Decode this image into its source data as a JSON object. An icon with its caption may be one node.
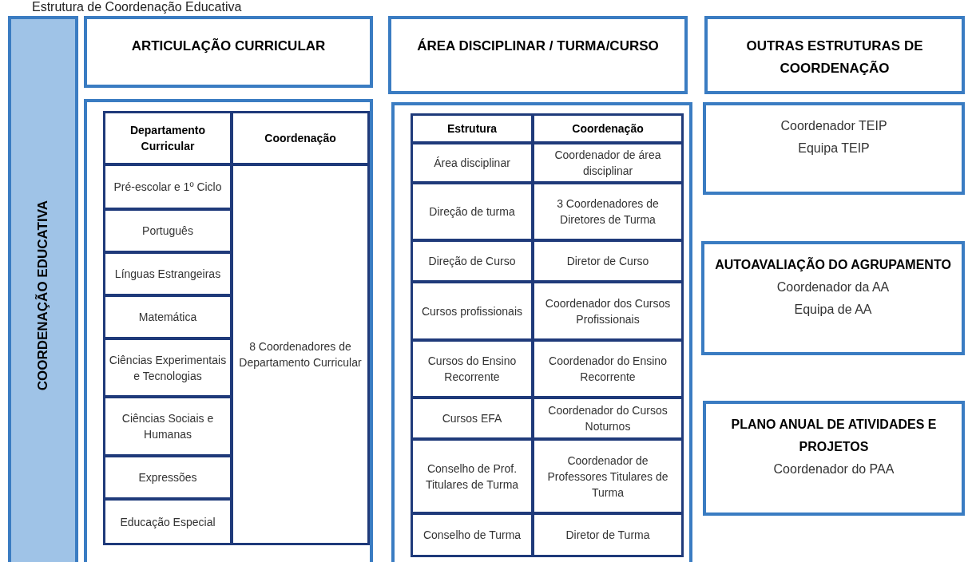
{
  "diagram": {
    "title": "Estrutura de Coordenação Educativa",
    "nodes": [
      {
        "text": [
          "COORDENAÇÃO EDUCATIVA"
        ]
      },
      {
        "text": [
          "ARTICULAÇÃO CURRICULAR"
        ]
      },
      {
        "text": [
          "ÁREA DISCIPLINAR / TURMA/CURSO"
        ]
      },
      {
        "text": [
          "OUTRAS ESTRUTURAS DE COORDENAÇÃO"
        ]
      },
      {
        "text": [],
        "shape": "box"
      },
      {
        "text": [],
        "shape": "box"
      },
      {
        "text": [
          "Coordenador TEIP",
          "Equipa TEIP"
        ]
      },
      {
        "text": [
          "AUTOAVALIAÇÃO DO AGRUPAMENTO",
          "Coordenador da AA",
          "Equipa de AA"
        ]
      },
      {
        "text": [
          "PLANO ANUAL DE ATIVIDADES E PROJETOS",
          "Coordenador do PAA"
        ]
      }
    ],
    "labels": [
      "Departamento Curricular",
      "Coordenação",
      "Pré-escolar e 1º Ciclo",
      "8 Coordenadores de Departamento Curricular",
      "Português",
      "Línguas Estrangeiras",
      "Matemática",
      "Ciências Experimentais e Tecnologias",
      "Ciências Sociais e Humanas",
      "Expressões",
      "Educação Especial",
      "Estrutura",
      "Coordenação",
      "Área disciplinar",
      "Coordenador de área disciplinar",
      "Direção de turma",
      "3 Coordenadores de Diretores de Turma",
      "Direção de Curso",
      "Diretor de Curso",
      "Cursos profissionais",
      "Coordenador dos Cursos Profissionais",
      "Cursos do Ensino Recorrente",
      "Coordenador do Ensino Recorrente",
      "Cursos EFA",
      "Coordenador do Cursos Noturnos",
      "Conselho de Prof. Titulares de Turma",
      "Coordenador de Professores Titulares de Turma",
      "Conselho de Turma",
      "Diretor de Turma"
    ]
  }
}
